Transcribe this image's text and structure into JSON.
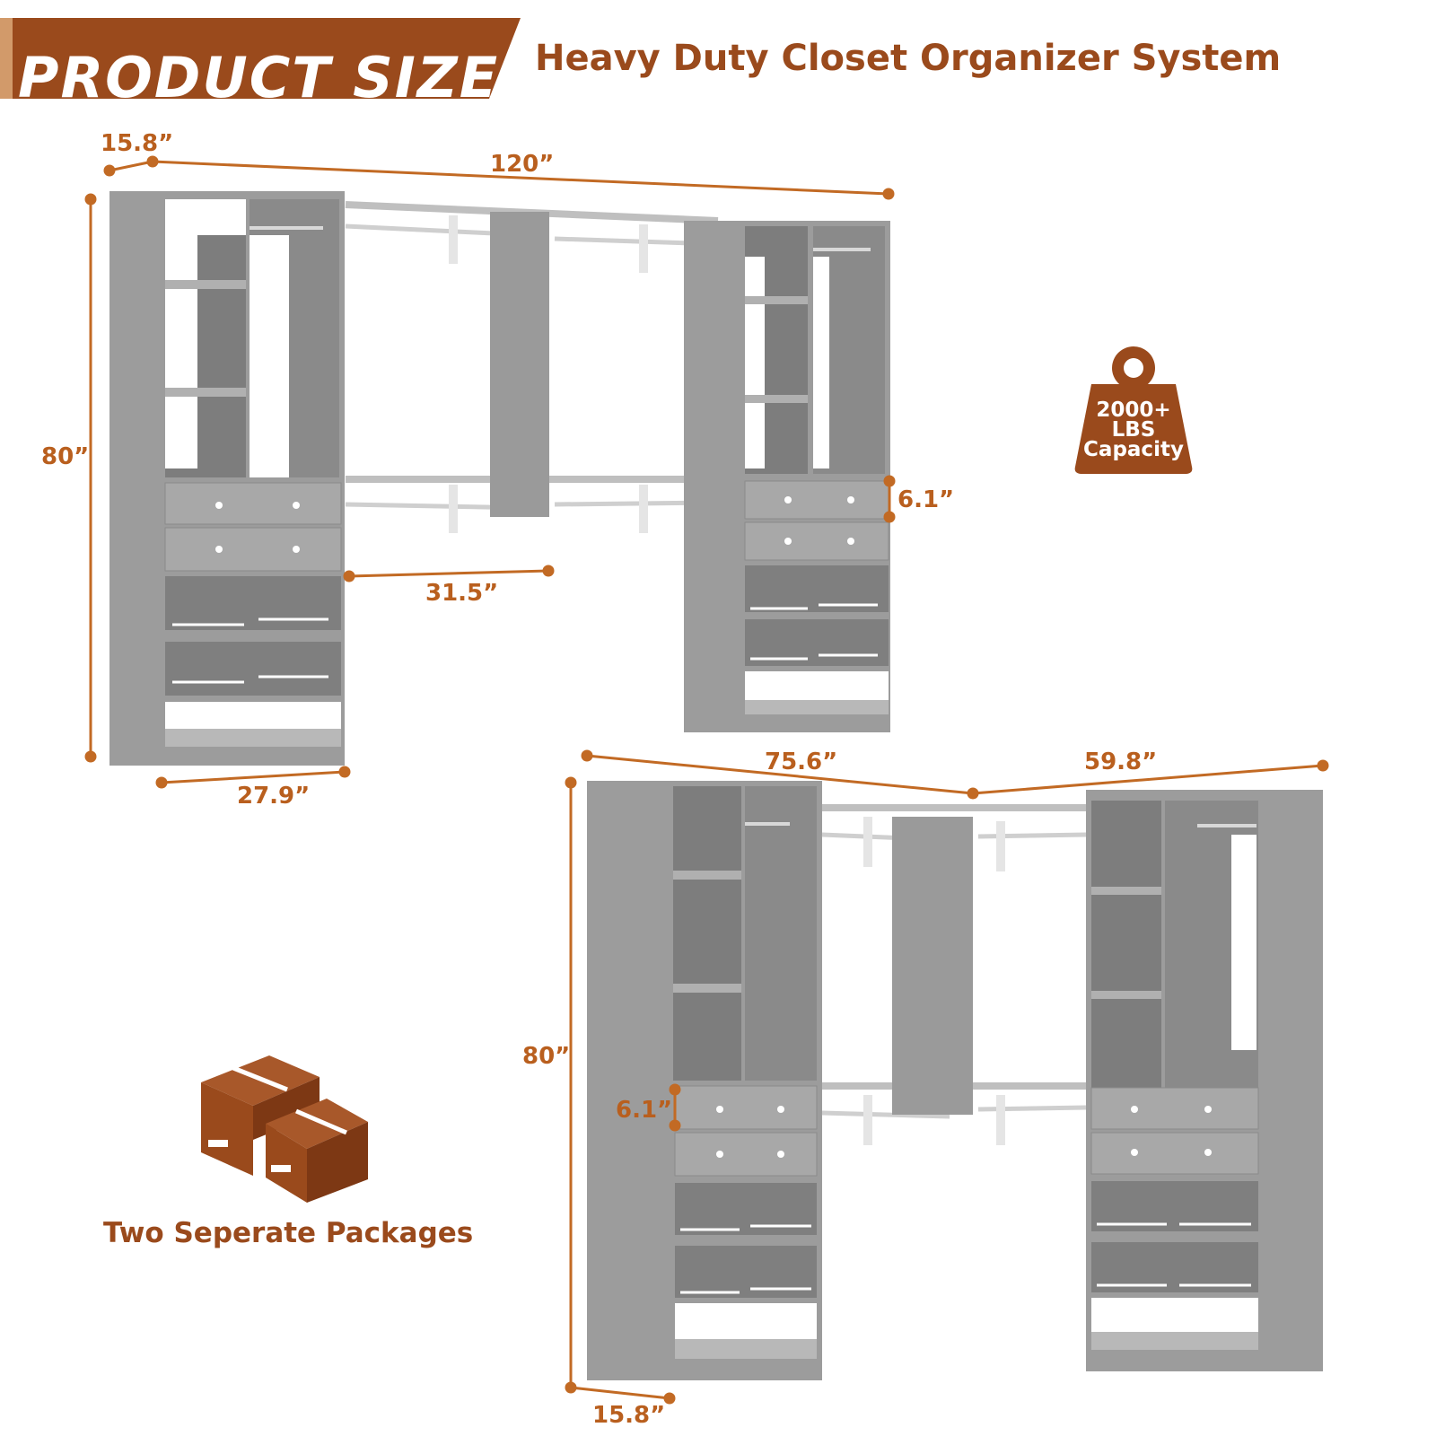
{
  "banner": {
    "title": "PRODUCT SIZE",
    "subtitle": "Heavy Duty Closet Organizer System"
  },
  "colors": {
    "brand_brown": "#9a4a1c",
    "dimension_orange": "#c26a24",
    "panel_gray": "#9a9a9a"
  },
  "straight_layout": {
    "depth": "15.8”",
    "total_width": "120”",
    "height": "80”",
    "drawer_height": "6.1”",
    "rod_gap": "31.5”",
    "tower_width": "27.9”"
  },
  "corner_layout": {
    "left_width": "75.6”",
    "right_width": "59.8”",
    "height": "80”",
    "drawer_height": "6.1”",
    "depth": "15.8”"
  },
  "capacity_badge": {
    "icon": "weight-icon",
    "line1": "2000+",
    "line2": "LBS",
    "line3": "Capacity"
  },
  "packages": {
    "icon": "boxes-icon",
    "label": "Two Seperate Packages"
  }
}
